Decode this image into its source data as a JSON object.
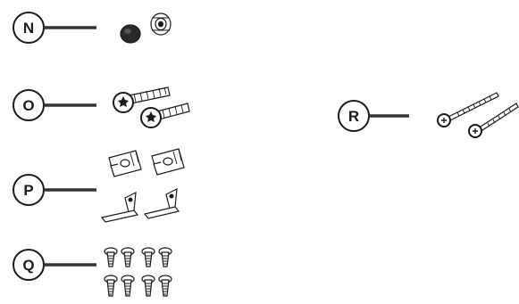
{
  "parts": [
    {
      "letter": "N",
      "item": "caps"
    },
    {
      "letter": "O",
      "item": "bolts"
    },
    {
      "letter": "P",
      "item": "brackets"
    },
    {
      "letter": "Q",
      "item": "screws"
    },
    {
      "letter": "R",
      "item": "long-screws"
    }
  ],
  "colors": {
    "ink": "#1a1a1a",
    "leader": "#333333",
    "background": "#ffffff"
  }
}
